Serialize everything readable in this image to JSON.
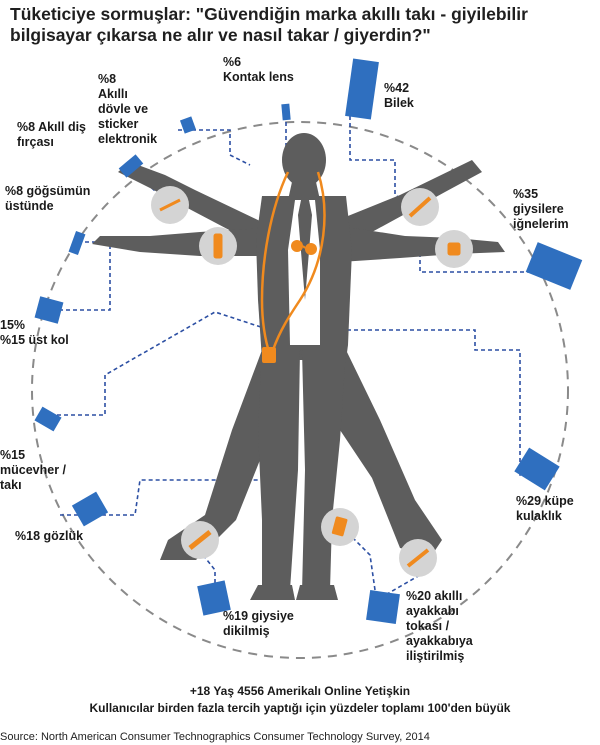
{
  "title": {
    "line1": "Tüketiciye sormuşlar: \"Güvendiğin marka akıllı takı - giyilebilir",
    "line2": "bilgisayar çıkarsa ne alır ve nasıl takar / giyerdin?\""
  },
  "labels": {
    "akilli_dovme": {
      "pct": "%8",
      "l1": "Akıllı",
      "l2": "dövle ve",
      "l3": "sticker",
      "l4": "elektronik"
    },
    "kontak_lens": {
      "pct": "%6",
      "l1": "Kontak lens"
    },
    "bilek": {
      "pct": "%42",
      "l1": "Bilek"
    },
    "dis_fircasi": {
      "l1": "%8 Akıll diş",
      "l2": "fırçası"
    },
    "gogus": {
      "l1": "%8 göğsümün",
      "l2": "üstünde"
    },
    "giysi_igne": {
      "pct": "%35",
      "l1": "giysilere",
      "l2": "iğnelerim"
    },
    "ust_kol": {
      "pre": "15%",
      "l1": "%15 üst kol"
    },
    "mucevher": {
      "pct": "%15",
      "l1": "mücevher /",
      "l2": "takı"
    },
    "kupe": {
      "l1": "%29 küpe",
      "l2": "kulaklık"
    },
    "gozluk": {
      "l1": "%18 gözlük"
    },
    "giysi_dikili": {
      "l1": "%19 giysiye",
      "l2": "dikilmiş"
    },
    "ayakkabi": {
      "l1": "%20 akıllı",
      "l2": "ayakkabı",
      "l3": "tokası /",
      "l4": "ayakkabıya",
      "l5": "iliştirilmiş"
    }
  },
  "footer": {
    "line1": "+18 Yaş 4556 Amerikalı Online Yetişkin",
    "line2": "Kullanıcılar birden fazla tercih yaptığı için yüzdeler toplamı 100'den büyük"
  },
  "source": "Source: North American Consumer Technographics Consumer Technology Survey, 2014",
  "colors": {
    "bar": "#2f6fbf",
    "figure": "#5d5d5d",
    "accent": "#f08a1e",
    "dashed": "#2c4fa3",
    "circle": "#8a8a8a",
    "icon_bg": "#d4d4d4"
  },
  "chart_data": {
    "type": "diagram",
    "items": [
      {
        "label": "Bilek",
        "value": 42
      },
      {
        "label": "giysilere iğnelerim",
        "value": 35
      },
      {
        "label": "küpe kulaklık",
        "value": 29
      },
      {
        "label": "akıllı ayakkabı tokası / ayakkabıya iliştirilmiş",
        "value": 20
      },
      {
        "label": "giysiye dikilmiş",
        "value": 19
      },
      {
        "label": "gözlük",
        "value": 18
      },
      {
        "label": "mücevher / takı",
        "value": 15
      },
      {
        "label": "üst kol",
        "value": 15
      },
      {
        "label": "göğsümün üstünde",
        "value": 8
      },
      {
        "label": "Akıll diş fırçası",
        "value": 8
      },
      {
        "label": "Akıllı dövle ve sticker elektronik",
        "value": 8
      },
      {
        "label": "Kontak lens",
        "value": 6
      }
    ]
  }
}
